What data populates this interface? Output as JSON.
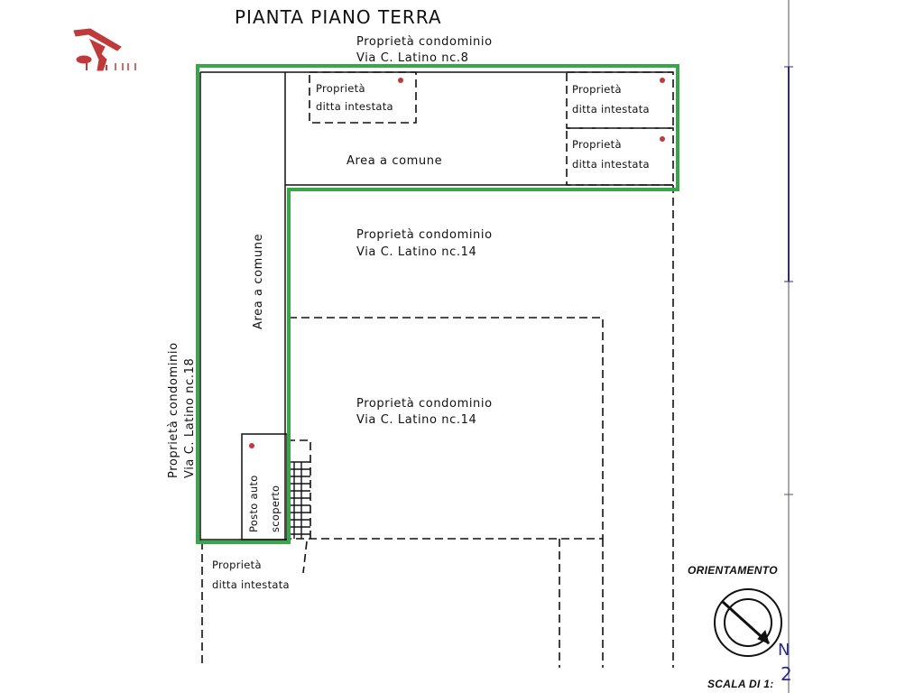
{
  "drawing": {
    "title": "PIANTA PIANO TERRA",
    "colors": {
      "highlight_boundary": "#3aa64a",
      "marker_dot": "#c0393b",
      "logo": "#c0393b",
      "right_frame_line": "#2a2a8f",
      "line": "#111111"
    },
    "labels": {
      "north_neighbor": {
        "line1": "Proprietà condominio",
        "line2": "Via C. Latino nc.8"
      },
      "top_left_unit": {
        "line1": "Proprietà",
        "line2": "ditta intestata"
      },
      "top_right_unit_1": {
        "line1": "Proprietà",
        "line2": "ditta intestata"
      },
      "top_right_unit_2": {
        "line1": "Proprietà",
        "line2": "ditta intestata"
      },
      "common_area_top": "Area a comune",
      "common_area_side": "Area a comune",
      "middle_neighbor": {
        "line1": "Proprietà condominio",
        "line2": "Via C. Latino nc.14"
      },
      "lower_neighbor": {
        "line1": "Proprietà condominio",
        "line2": "Via C. Latino nc.14"
      },
      "west_neighbor": {
        "line1": "Proprietà condominio",
        "line2": "Via C. Latino nc.18"
      },
      "parking": {
        "line1": "Posto auto",
        "line2": "scoperto"
      },
      "bottom_left_unit": {
        "line1": "Proprietà",
        "line2": "ditta intestata"
      }
    },
    "orientation": {
      "label": "ORIENTAMENTO",
      "north_mark": "N",
      "icon": "compass-icon"
    },
    "scale": {
      "label": "SCALA DI 1:",
      "value": "2"
    },
    "logo_icon": "building-logo-icon"
  }
}
